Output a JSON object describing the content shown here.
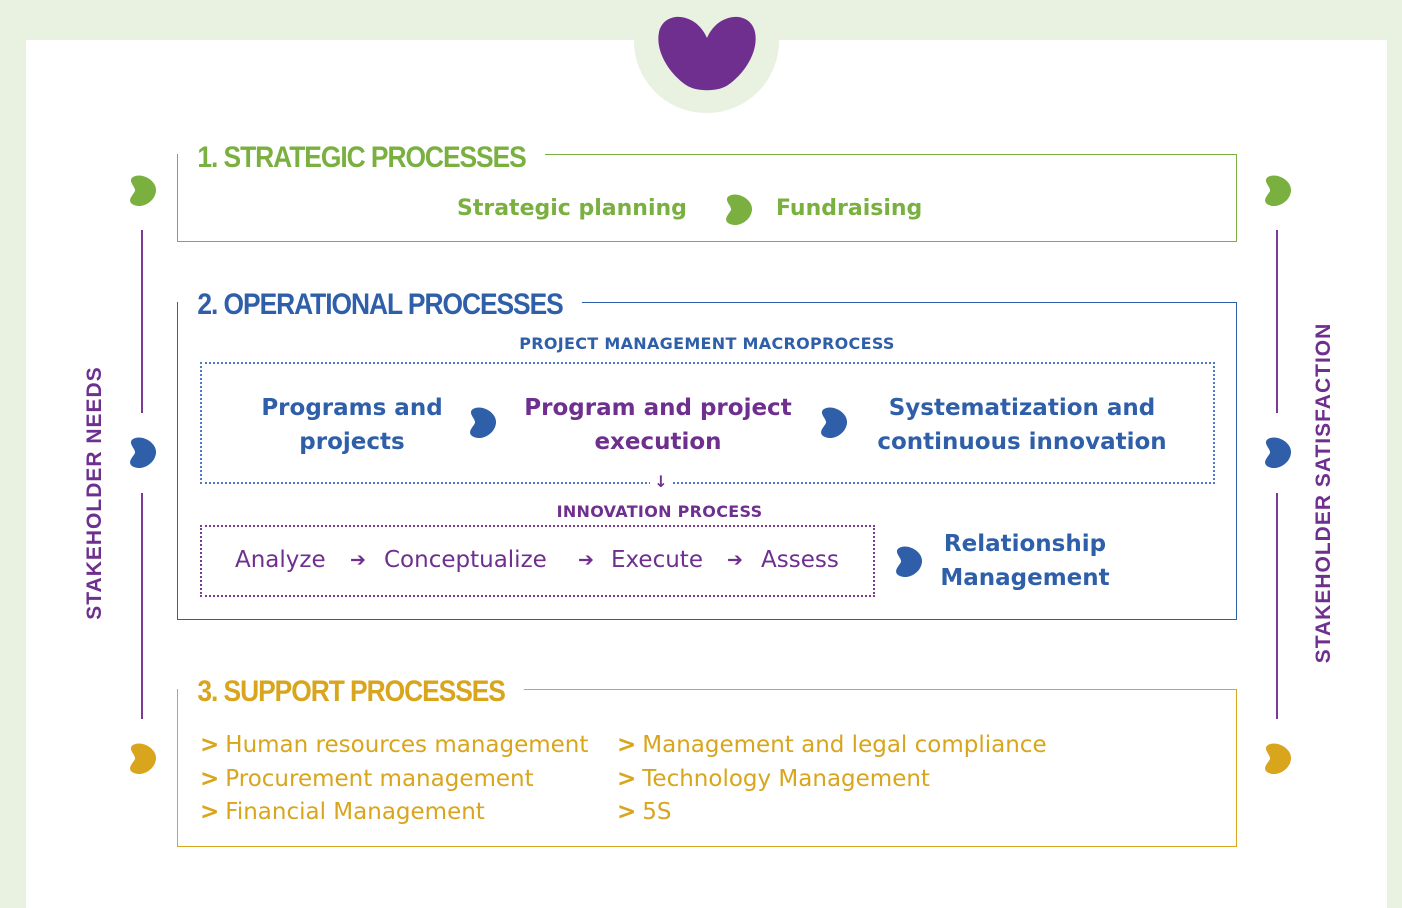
{
  "colors": {
    "green": "#7ab03f",
    "blue": "#2e5fa8",
    "purple": "#6e2f8f",
    "gold": "#d8a51c",
    "background": "#e9f1e1"
  },
  "left_label": "STAKEHOLDER NEEDS",
  "right_label": "STAKEHOLDER SATISFACTION",
  "strategic": {
    "title": "1. STRATEGIC PROCESSES",
    "items": [
      "Strategic planning",
      "Fundraising"
    ]
  },
  "operational": {
    "title": "2. OPERATIONAL PROCESSES",
    "macro_label": "PROJECT MANAGEMENT MACROPROCESS",
    "steps": [
      {
        "line1": "Programs and",
        "line2": "projects"
      },
      {
        "line1": "Program and project",
        "line2": "execution"
      },
      {
        "line1": "Systematization and",
        "line2": "continuous innovation"
      }
    ],
    "down_arrow": "↓",
    "innovation_label": "INNOVATION PROCESS",
    "innovation_steps": [
      "Analyze",
      "Conceptualize",
      "Execute",
      "Assess"
    ],
    "arrow": "➔",
    "relationship": {
      "line1": "Relationship",
      "line2": "Management"
    }
  },
  "support": {
    "title": "3. SUPPORT PROCESSES",
    "chevron": ">",
    "col1": [
      "Human resources management",
      "Procurement management",
      "Financial Management"
    ],
    "col2": [
      "Management and legal compliance",
      "Technology Management",
      "5S"
    ]
  }
}
